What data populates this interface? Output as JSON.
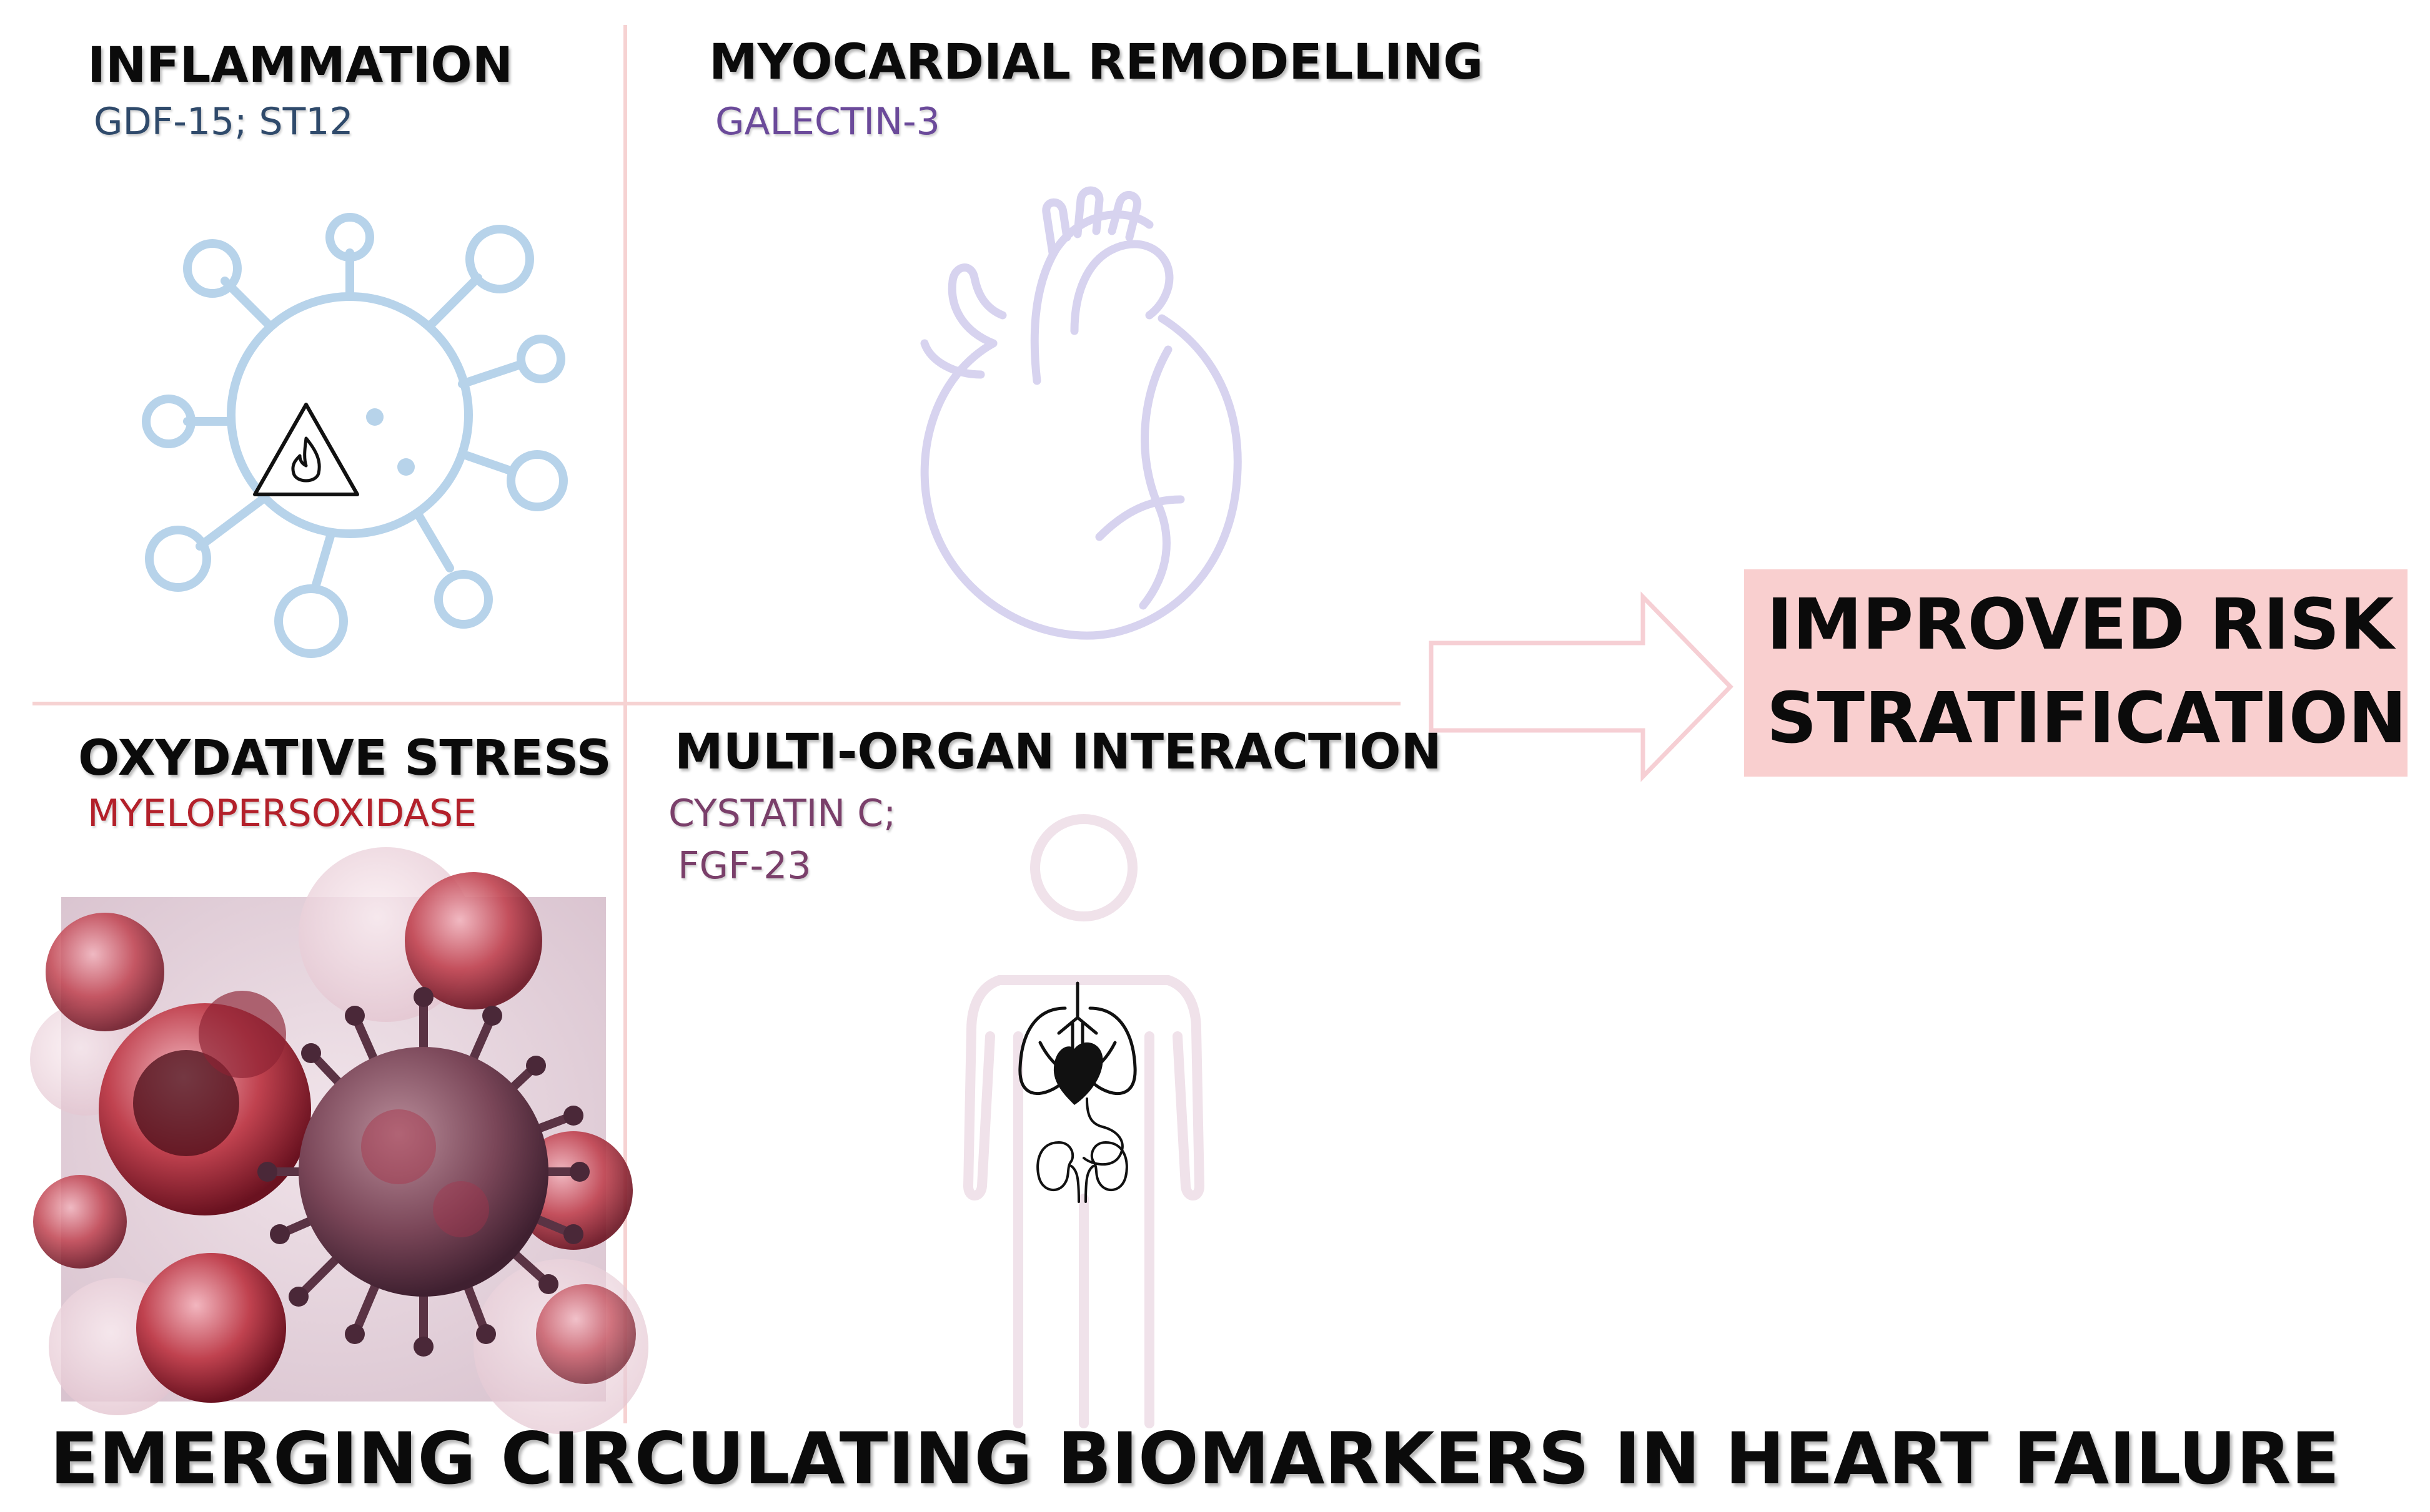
{
  "quadrants": {
    "inflammation": {
      "heading": "INFLAMMATION",
      "markers": "GDF-15; ST12",
      "color": "#2f4a6b"
    },
    "remodelling": {
      "heading": "MYOCARDIAL REMODELLING",
      "markers": "GALECTIN-3",
      "color": "#6b4a9a"
    },
    "oxidative": {
      "heading": "OXYDATIVE STRESS",
      "markers": "MYELOPERSOXIDASE",
      "color": "#b3202a"
    },
    "multiorgan": {
      "heading": "MULTI-ORGAN INTERACTION",
      "markers_line1": "CYSTATIN C;",
      "markers_line2": "FGF-23",
      "color": "#7a3f6a"
    }
  },
  "outcome": {
    "line1": "IMPROVED RISK",
    "line2": "STRATIFICATION",
    "box_color": "#f9cfcf"
  },
  "title": "EMERGING CIRCULATING BIOMARKERS IN HEART FAILURE",
  "icons": [
    "virus-icon",
    "fire-warning-icon",
    "heart-outline-icon",
    "cells-virus-image",
    "human-body-icon",
    "lungs-heart-icon",
    "stomach-icon",
    "kidneys-icon",
    "right-arrow-icon"
  ]
}
